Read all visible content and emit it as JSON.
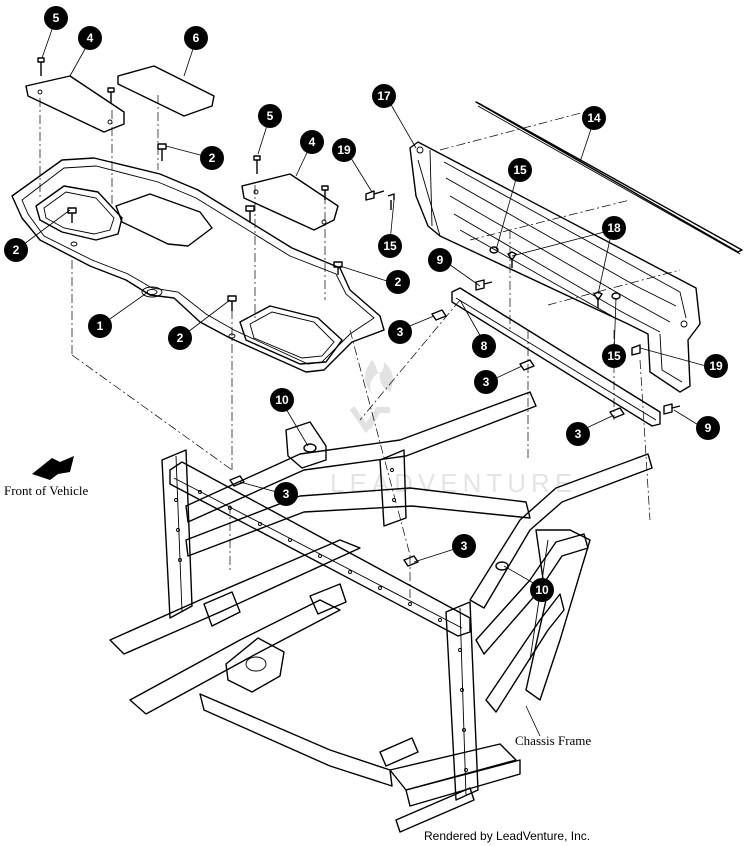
{
  "labels": {
    "front_of_vehicle": "Front of Vehicle",
    "chassis_frame": "Chassis Frame",
    "rendered_by": "Rendered by LeadVenture, Inc.",
    "watermark": "LEADVENTURE"
  },
  "callouts": [
    {
      "id": "c1",
      "num": "1"
    },
    {
      "id": "c2a",
      "num": "2"
    },
    {
      "id": "c2b",
      "num": "2"
    },
    {
      "id": "c2c",
      "num": "2"
    },
    {
      "id": "c2d",
      "num": "2"
    },
    {
      "id": "c3a",
      "num": "3"
    },
    {
      "id": "c3b",
      "num": "3"
    },
    {
      "id": "c3c",
      "num": "3"
    },
    {
      "id": "c3d",
      "num": "3"
    },
    {
      "id": "c3e",
      "num": "3"
    },
    {
      "id": "c4a",
      "num": "4"
    },
    {
      "id": "c4b",
      "num": "4"
    },
    {
      "id": "c5a",
      "num": "5"
    },
    {
      "id": "c5b",
      "num": "5"
    },
    {
      "id": "c6",
      "num": "6"
    },
    {
      "id": "c8",
      "num": "8"
    },
    {
      "id": "c9a",
      "num": "9"
    },
    {
      "id": "c9b",
      "num": "9"
    },
    {
      "id": "c10a",
      "num": "10"
    },
    {
      "id": "c10b",
      "num": "10"
    },
    {
      "id": "c14",
      "num": "14"
    },
    {
      "id": "c15a",
      "num": "15"
    },
    {
      "id": "c15b",
      "num": "15"
    },
    {
      "id": "c15c",
      "num": "15"
    },
    {
      "id": "c17",
      "num": "17"
    },
    {
      "id": "c18",
      "num": "18"
    },
    {
      "id": "c19a",
      "num": "19"
    },
    {
      "id": "c19b",
      "num": "19"
    }
  ]
}
